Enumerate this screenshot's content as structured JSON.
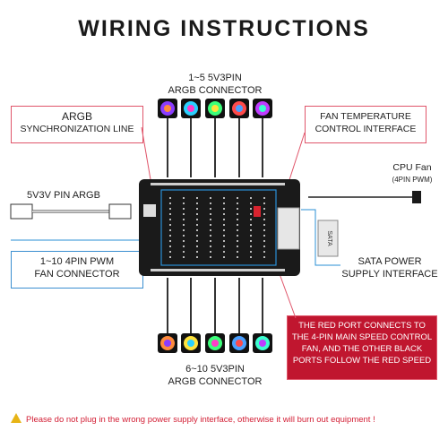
{
  "title": "WIRING INSTRUCTIONS",
  "labels": {
    "top_connector_line1": "1~5 5V3PIN",
    "top_connector_line2": "ARGB CONNECTOR",
    "bottom_connector_line1": "6~10 5V3PIN",
    "bottom_connector_line2": "ARGB CONNECTOR",
    "argb_sync_line1": "ARGB",
    "argb_sync_line2": "SYNCHRONIZATION LINE",
    "fan_temp_line1": "FAN TEMPERATURE",
    "fan_temp_line2": "CONTROL INTERFACE",
    "cpu_fan_line1": "CPU Fan",
    "cpu_fan_line2": "(4PIN PWM)",
    "argb_pin": "5V3V PIN ARGB",
    "pwm_line1": "1~10 4PIN PWM",
    "pwm_line2": "FAN CONNECTOR",
    "sata_line1": "SATA POWER",
    "sata_line2": "SUPPLY INTERFACE",
    "sata_text": "SATA",
    "red_port_note": "THE RED PORT CONNECTS TO THE 4-PIN MAIN SPEED CONTROL FAN, AND THE OTHER BLACK PORTS FOLLOW THE RED SPEED"
  },
  "warning": "Please do not plug in the wrong power supply interface, otherwise it will burn out equipment !",
  "colors": {
    "accent_red": "#c0162f",
    "box_border": "#e0556a",
    "leader_blue": "#2a8fd6",
    "warning_red": "#d32036",
    "warning_icon": "#e7b416"
  }
}
